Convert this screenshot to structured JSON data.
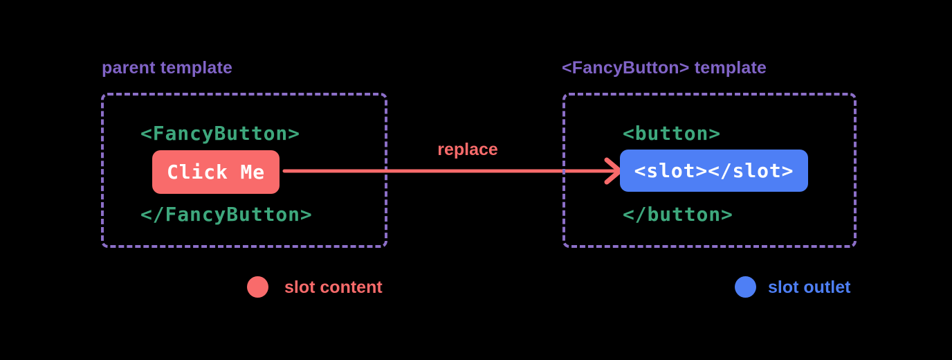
{
  "colors": {
    "background": "#000000",
    "title_purple": "#8164c7",
    "border_purple": "#8c6fc8",
    "code_green": "#3ea87d",
    "accent_red": "#f96b6b",
    "accent_blue": "#4e7ff5",
    "code_white": "#ffffff"
  },
  "left_panel": {
    "title": "parent template",
    "open_tag": "<FancyButton>",
    "button_label": "Click Me",
    "close_tag": "</FancyButton>"
  },
  "arrow": {
    "label": "replace"
  },
  "right_panel": {
    "title": "<FancyButton> template",
    "open_tag": "<button>",
    "slot_code": "<slot></slot>",
    "close_tag": "</button>"
  },
  "legend": {
    "slot_content": {
      "label": "slot content",
      "marker": "red-circle-icon"
    },
    "slot_outlet": {
      "label": "slot outlet",
      "marker": "blue-circle-icon"
    }
  }
}
